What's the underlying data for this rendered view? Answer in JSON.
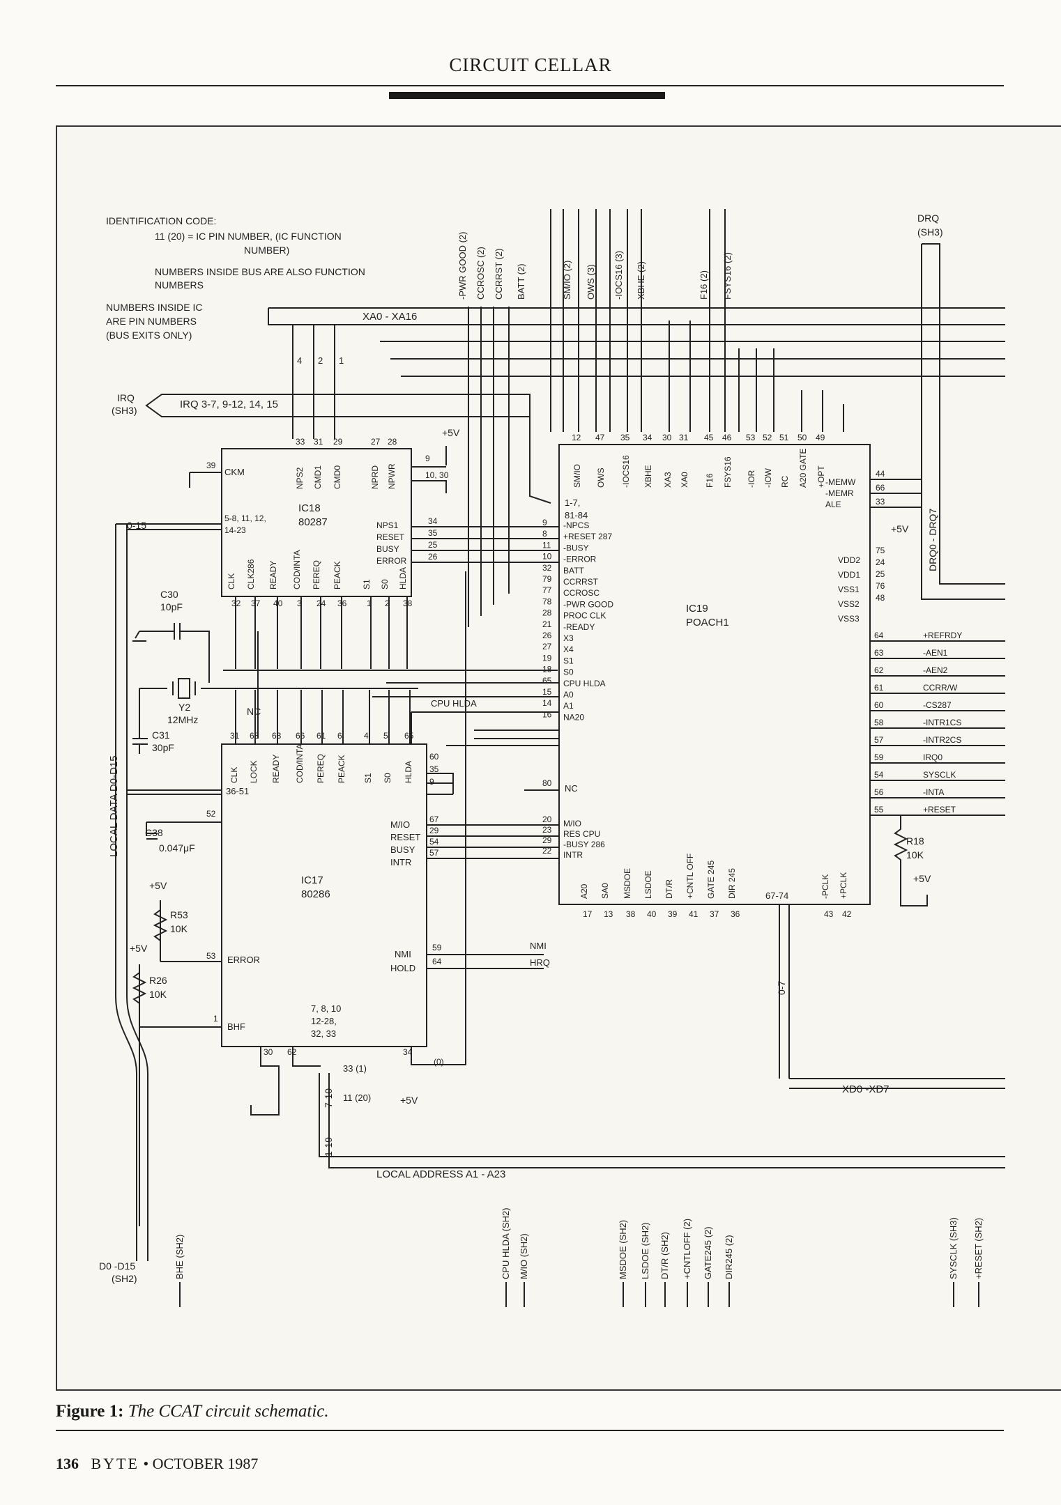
{
  "header": {
    "title": "CIRCUIT CELLAR"
  },
  "caption": {
    "label": "Figure 1:",
    "text": "The CCAT circuit schematic."
  },
  "footer": {
    "page": "136",
    "magazine": "BYTE",
    "sep": "•",
    "date": "OCTOBER 1987"
  },
  "legend": {
    "line1": "IDENTIFICATION CODE:",
    "line2": "11 (20) = IC PIN NUMBER, (IC FUNCTION",
    "line3": "NUMBER)",
    "line4": "NUMBERS INSIDE BUS ARE ALSO FUNCTION",
    "line5": "NUMBERS",
    "line6": "NUMBERS INSIDE IC",
    "line7": "ARE PIN NUMBERS",
    "line8": "(BUS EXITS ONLY)"
  },
  "buses": {
    "xa": "XA0 - XA16",
    "irq": "IRQ  3-7, 9-12, 14, 15",
    "irq_src": "IRQ",
    "irq_src_sh": "(SH3)",
    "local_data": "LOCAL DATA D0-D15",
    "d0_15": "0-15",
    "d0d15_label": "D0 -D15",
    "d0d15_sh": "(SH2)",
    "local_addr": "LOCAL ADDRESS  A1 - A23",
    "xd": "XD0 -XD7",
    "drq": "DRQ",
    "drq_sh": "(SH3)",
    "drq_bus": "DRQ0 - DRQ7",
    "b67_74": "67-74",
    "b0_7": "0-7",
    "b1_19": "1-19",
    "b7_10": "7-10",
    "a33": "33 (1)",
    "a11": "11 (20)",
    "zero": "(0)"
  },
  "top_signals": [
    "-PWR GOOD (2)",
    "CCROSC (2)",
    "CCRRST (2)",
    "BATT (2)",
    "SM/IO (2)",
    "OWS (3)",
    "-IOCS16 (3)",
    "XBHE (2)",
    "F16 (2)",
    "FSYS16 (2)"
  ],
  "bottom_signals": [
    "BHE (SH2)",
    "CPU HLDA (SH2)",
    "M/IO (SH2)",
    "MSDOE (SH2)",
    "LSDOE (SH2)",
    "DT/R (SH2)",
    "+CNTLOFF (2)",
    "GATE245 (2)",
    "DIR245 (2)",
    "SYSCLK (SH3)",
    "+RESET (SH2)"
  ],
  "ic18": {
    "name": "IC18",
    "part": "80287",
    "top_pins": [
      "NPS2",
      "CMD1",
      "CMD0",
      "NPRD",
      "NPWR"
    ],
    "top_nums": [
      "33",
      "31",
      "29",
      "27",
      "28"
    ],
    "ckm": "CKM",
    "ckm_num": "39",
    "left_nums": "5-8, 11, 12,",
    "left_nums2": "14-23",
    "right_labels": [
      "NPS1",
      "RESET",
      "BUSY",
      "ERROR"
    ],
    "right_nums": [
      "34",
      "35",
      "25",
      "26"
    ],
    "pin9": "9",
    "pin1030": "10, 30",
    "bottom_pins": [
      "CLK",
      "CLK286",
      "READY",
      "COD/INTA",
      "PEREQ",
      "PEACK",
      "S1",
      "S0",
      "HLDA"
    ],
    "bottom_nums": [
      "32",
      "37",
      "40",
      "3",
      "24",
      "36",
      "1",
      "2",
      "38"
    ]
  },
  "ic17": {
    "name": "IC17",
    "part": "80286",
    "top_nums": [
      "31",
      "68",
      "63",
      "66",
      "61",
      "6",
      "4",
      "5",
      "65"
    ],
    "top_pins": [
      "CLK",
      "LOCK",
      "READY",
      "COD/INTA",
      "PEREQ",
      "PEACK",
      "S1",
      "S0",
      "HLDA"
    ],
    "nc": "NC",
    "data_nums": "36-51",
    "right_labels": [
      "M/IO",
      "RESET",
      "BUSY",
      "INTR"
    ],
    "right_nums": [
      "67",
      "29",
      "54",
      "57"
    ],
    "pins_hlda": [
      "60",
      "35",
      "9"
    ],
    "p52": "52",
    "p53": "53",
    "error": "ERROR",
    "p1": "1",
    "bhf": "BHF",
    "nmi": "NMI",
    "hold": "HOLD",
    "p59": "59",
    "p64": "64",
    "inner_nums1": "7, 8, 10",
    "inner_nums2": "12-28,",
    "inner_nums3": "32, 33",
    "bottom_nums": [
      "30",
      "62",
      "34"
    ]
  },
  "ic19": {
    "name": "IC19",
    "part": "POACH1",
    "top_nums": [
      "12",
      "47",
      "35",
      "34",
      "30",
      "31",
      "45",
      "46",
      "53",
      "52",
      "51",
      "50",
      "49"
    ],
    "top_pins": [
      "SM/IO",
      "OWS",
      "-IOCS16",
      "XBHE",
      "XA3",
      "XA0",
      "F16",
      "FSYS16",
      "-IOR",
      "-IOW",
      "RC",
      "A20 GATE",
      "+OPT"
    ],
    "left_nums": [
      "9",
      "8",
      "11",
      "10",
      "32",
      "79",
      "77",
      "78",
      "28",
      "21",
      "26",
      "27",
      "19",
      "18",
      "65",
      "15",
      "14",
      "16"
    ],
    "left_labels": [
      "-NPCS",
      "+RESET 287",
      "-BUSY",
      "-ERROR",
      "BATT",
      "CCRRST",
      "CCROSC",
      "-PWR GOOD",
      "PROC CLK",
      "-READY",
      "X3",
      "X4",
      "S1",
      "S0",
      "CPU HLDA",
      "A0",
      "A1",
      "NA20"
    ],
    "irq_pins1": "1-7,",
    "irq_pins2": "81-84",
    "nc": "NC",
    "p80": "80",
    "lower_nums": [
      "20",
      "23",
      "29",
      "22"
    ],
    "lower_labels": [
      "M/IO",
      "RES CPU",
      "-BUSY 286",
      "INTR"
    ],
    "right_labels": [
      "-MEMW",
      "-MEMR",
      "ALE"
    ],
    "right_nums": [
      "44",
      "66",
      "33"
    ],
    "pwr_labels": [
      "VDD2",
      "VDD1",
      "VSS1",
      "VSS2",
      "VSS3"
    ],
    "pwr_nums": [
      "75",
      "24",
      "25",
      "76",
      "48"
    ],
    "right2_nums": [
      "64",
      "63",
      "62",
      "61",
      "60",
      "58",
      "57",
      "59",
      "54",
      "56",
      "55"
    ],
    "right2_labels": [
      "+REFRDY",
      "-AEN1",
      "-AEN2",
      "CCRR/W",
      "-CS287",
      "-INTR1CS",
      "-INTR2CS",
      "IRQ0",
      "SYSCLK",
      "-INTA",
      "+RESET"
    ],
    "bottom_pins": [
      "A20",
      "SA0",
      "MSDOE",
      "LSDOE",
      "DT/R",
      "+CNTL OFF",
      "GATE 245",
      "DIR 245",
      "-PCLK",
      "+PCLK"
    ],
    "bottom_nums": [
      "17",
      "13",
      "38",
      "40",
      "39",
      "41",
      "37",
      "36",
      "43",
      "42"
    ]
  },
  "passives": {
    "c30": "C30",
    "c30v": "10pF",
    "c31": "C31",
    "c31v": "30pF",
    "y2": "Y2",
    "y2v": "12MHz",
    "c38": "C38",
    "c38v": "0.047μF",
    "r53": "R53",
    "r53v": "10K",
    "r26": "R26",
    "r26v": "10K",
    "r18": "R18",
    "r18v": "10K",
    "vcc": "+5V"
  },
  "misc_signals": {
    "cpu_hlda": "CPU HLDA",
    "nmi": "NMI",
    "hrq": "HRQ"
  }
}
